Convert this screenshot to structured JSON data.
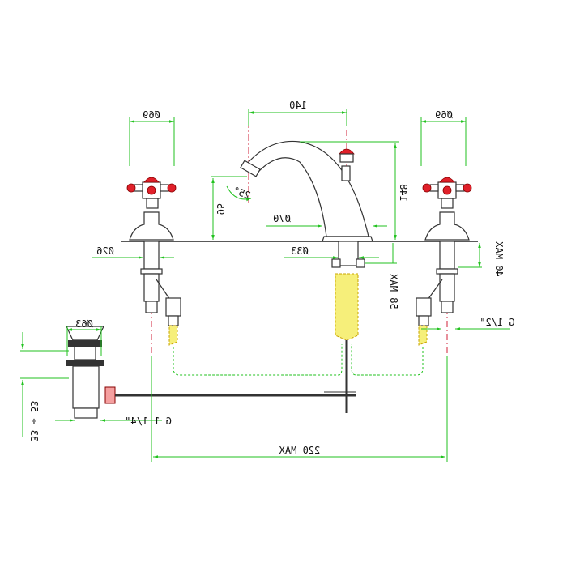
{
  "dimensions": {
    "left_handle_dia": "Ø69",
    "right_handle_dia": "Ø69",
    "spout_reach": "140",
    "spout_angle": "25°",
    "spout_height": "148",
    "outlet_height": "95",
    "spout_base_dia": "Ø70",
    "spout_shank_dia": "Ø33",
    "valve_shank_dia": "Ø26",
    "deck_thickness_valve": "40 MAX",
    "deck_thickness_spout": "58 MAX",
    "valve_thread": "G 1/2\"",
    "waste_dia": "Ø63",
    "waste_range": "33 ÷ 53",
    "waste_thread": "G 1 1/4\"",
    "centres": "220 MAX"
  },
  "colors": {
    "dimension": "#22c21f",
    "centerline": "#d0203a",
    "hose": "#f6ef7a",
    "handle": "#e0202a"
  }
}
